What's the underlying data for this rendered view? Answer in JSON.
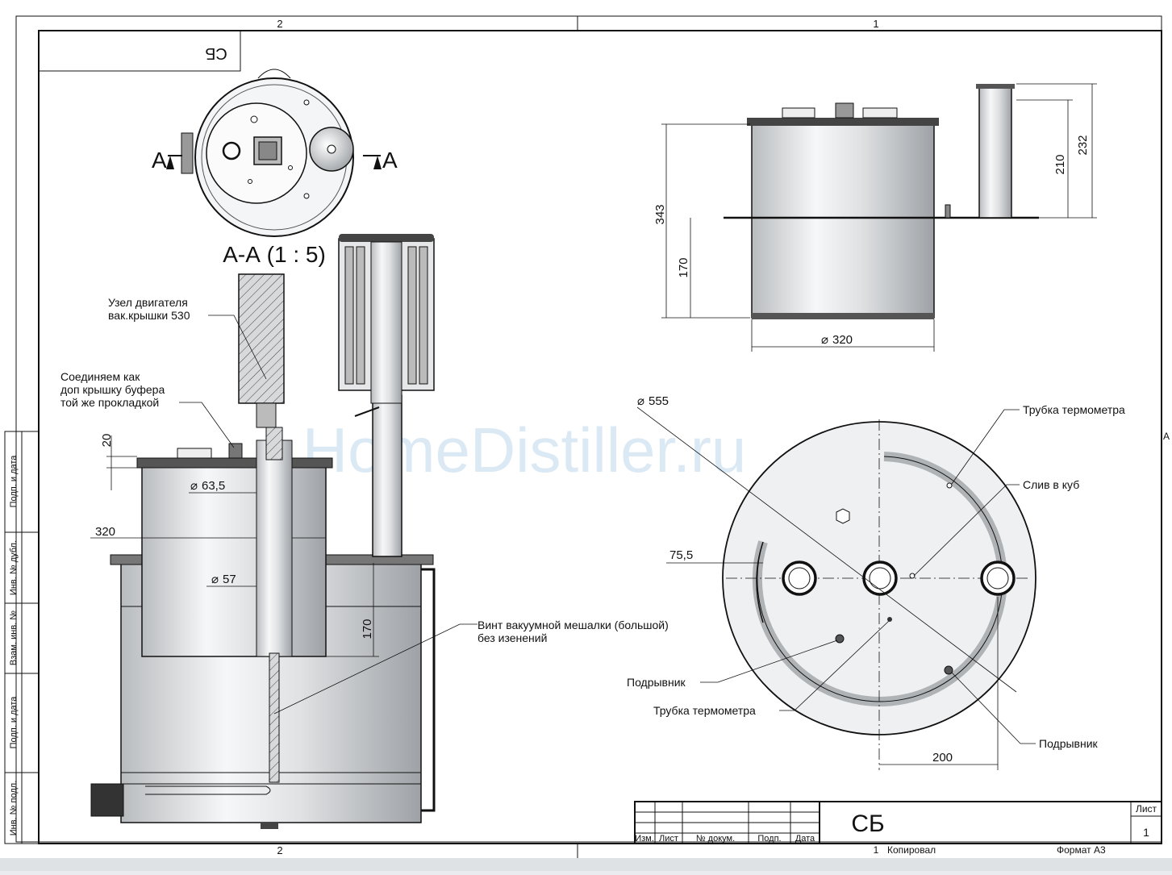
{
  "frame": {
    "zone_top_left": "2",
    "zone_top_right": "1",
    "zone_bottom_left": "2",
    "zone_bottom_right": "1",
    "zone_right": "A",
    "corner_stamp": "СБ"
  },
  "side_stamps": [
    "Подп. и дата",
    "Инв. № дубл.",
    "Взам. инв. №",
    "Подп. и дата",
    "Инв. № подл."
  ],
  "top_view": {
    "section_left": "А",
    "section_right": "А"
  },
  "section": {
    "title": "А-А (1 : 5)",
    "callouts": {
      "motor_line1": "Узел двигателя",
      "motor_line2": "вак.крышки 530",
      "joint_line1": "Соединяем как",
      "joint_line2": "доп крышку буфера",
      "joint_line3": "той же прокладкой",
      "screw_line1": "Винт вакуумной мешалки (большой)",
      "screw_line2": "без изенений"
    },
    "dims": {
      "d20": "20",
      "d63": "63,5",
      "d320": "320",
      "d57": "57",
      "d170": "170"
    }
  },
  "side_view": {
    "dims": {
      "d343": "343",
      "d170": "170",
      "d210": "210",
      "d232": "232",
      "d320": "320"
    }
  },
  "plan_view": {
    "dims": {
      "d555": "555",
      "d75": "75,5",
      "d200": "200"
    },
    "callouts": {
      "therm_tube_top": "Трубка термометра",
      "drain": "Слив в куб",
      "burst_left": "Подрывник",
      "therm_tube_bottom": "Трубка термометра",
      "burst_right": "Подрывник"
    }
  },
  "watermark": "HomeDistiller.ru",
  "title_block": {
    "designation": "СБ",
    "sheet_label": "Лист",
    "sheet_no": "1",
    "cols": [
      "Изм.",
      "Лист",
      "№ докум.",
      "Подп.",
      "Дата"
    ],
    "footer_copied": "Копировал",
    "footer_zone": "1",
    "footer_format": "Формат А3"
  }
}
